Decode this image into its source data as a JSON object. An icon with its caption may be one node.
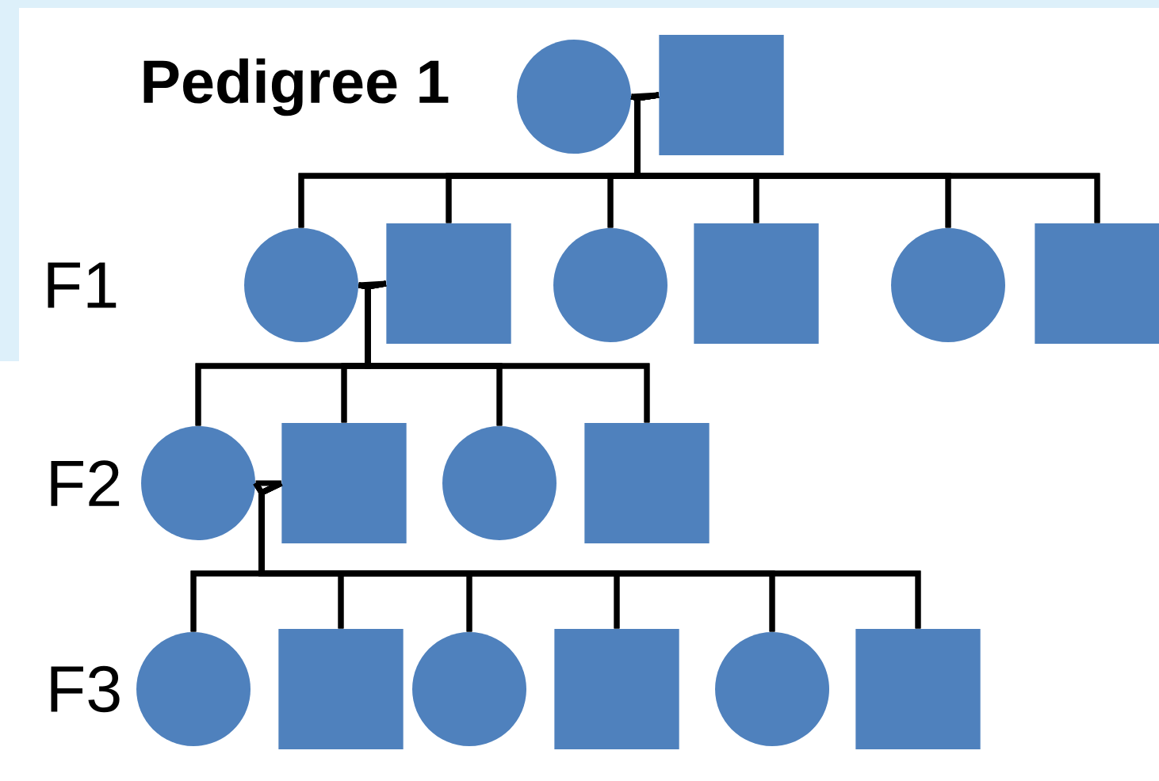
{
  "diagram": {
    "title": "Pedigree 1",
    "nodes": [
      {
        "text": [],
        "shape": "circle"
      },
      {
        "text": [],
        "shape": "box"
      },
      {
        "text": [],
        "shape": "circle"
      },
      {
        "text": [],
        "shape": "box"
      },
      {
        "text": [],
        "shape": "circle"
      },
      {
        "text": [],
        "shape": "box"
      },
      {
        "text": [],
        "shape": "circle"
      },
      {
        "text": [],
        "shape": "box"
      },
      {
        "text": [],
        "shape": "circle"
      },
      {
        "text": [],
        "shape": "box"
      },
      {
        "text": [],
        "shape": "circle"
      },
      {
        "text": [],
        "shape": "box"
      },
      {
        "text": [],
        "shape": "circle"
      },
      {
        "text": [],
        "shape": "box"
      },
      {
        "text": [],
        "shape": "circle"
      },
      {
        "text": [],
        "shape": "box"
      },
      {
        "text": [],
        "shape": "circle"
      },
      {
        "text": [],
        "shape": "box"
      }
    ],
    "edges": [
      {
        "from": 0,
        "to": 1,
        "arrow": "none"
      },
      {
        "from": 0,
        "to": 2,
        "arrow": "none"
      },
      {
        "from": 0,
        "to": 3,
        "arrow": "none"
      },
      {
        "from": 0,
        "to": 4,
        "arrow": "none"
      },
      {
        "from": 0,
        "to": 5,
        "arrow": "none"
      },
      {
        "from": 0,
        "to": 6,
        "arrow": "none"
      },
      {
        "from": 0,
        "to": 7,
        "arrow": "none"
      },
      {
        "from": 1,
        "to": 2,
        "arrow": "none"
      },
      {
        "from": 1,
        "to": 3,
        "arrow": "none"
      },
      {
        "from": 1,
        "to": 4,
        "arrow": "none"
      },
      {
        "from": 1,
        "to": 5,
        "arrow": "none"
      },
      {
        "from": 1,
        "to": 6,
        "arrow": "none"
      },
      {
        "from": 1,
        "to": 7,
        "arrow": "none"
      },
      {
        "from": 2,
        "to": 3,
        "arrow": "none"
      },
      {
        "from": 2,
        "to": 8,
        "arrow": "none"
      },
      {
        "from": 2,
        "to": 9,
        "arrow": "none"
      },
      {
        "from": 2,
        "to": 10,
        "arrow": "none"
      },
      {
        "from": 2,
        "to": 11,
        "arrow": "none"
      },
      {
        "from": 3,
        "to": 8,
        "arrow": "none"
      },
      {
        "from": 3,
        "to": 9,
        "arrow": "none"
      },
      {
        "from": 3,
        "to": 10,
        "arrow": "none"
      },
      {
        "from": 3,
        "to": 11,
        "arrow": "none"
      },
      {
        "from": 8,
        "to": 9,
        "arrow": "none"
      },
      {
        "from": 8,
        "to": 12,
        "arrow": "none"
      },
      {
        "from": 8,
        "to": 13,
        "arrow": "none"
      },
      {
        "from": 8,
        "to": 14,
        "arrow": "none"
      },
      {
        "from": 8,
        "to": 15,
        "arrow": "none"
      },
      {
        "from": 8,
        "to": 16,
        "arrow": "none"
      },
      {
        "from": 8,
        "to": 17,
        "arrow": "none"
      },
      {
        "from": 9,
        "to": 12,
        "arrow": "none"
      },
      {
        "from": 9,
        "to": 13,
        "arrow": "none"
      },
      {
        "from": 9,
        "to": 14,
        "arrow": "none"
      },
      {
        "from": 9,
        "to": 15,
        "arrow": "none"
      },
      {
        "from": 9,
        "to": 16,
        "arrow": "none"
      },
      {
        "from": 9,
        "to": 17,
        "arrow": "none"
      }
    ],
    "labels": [
      "F1",
      "F2",
      "F3"
    ]
  }
}
